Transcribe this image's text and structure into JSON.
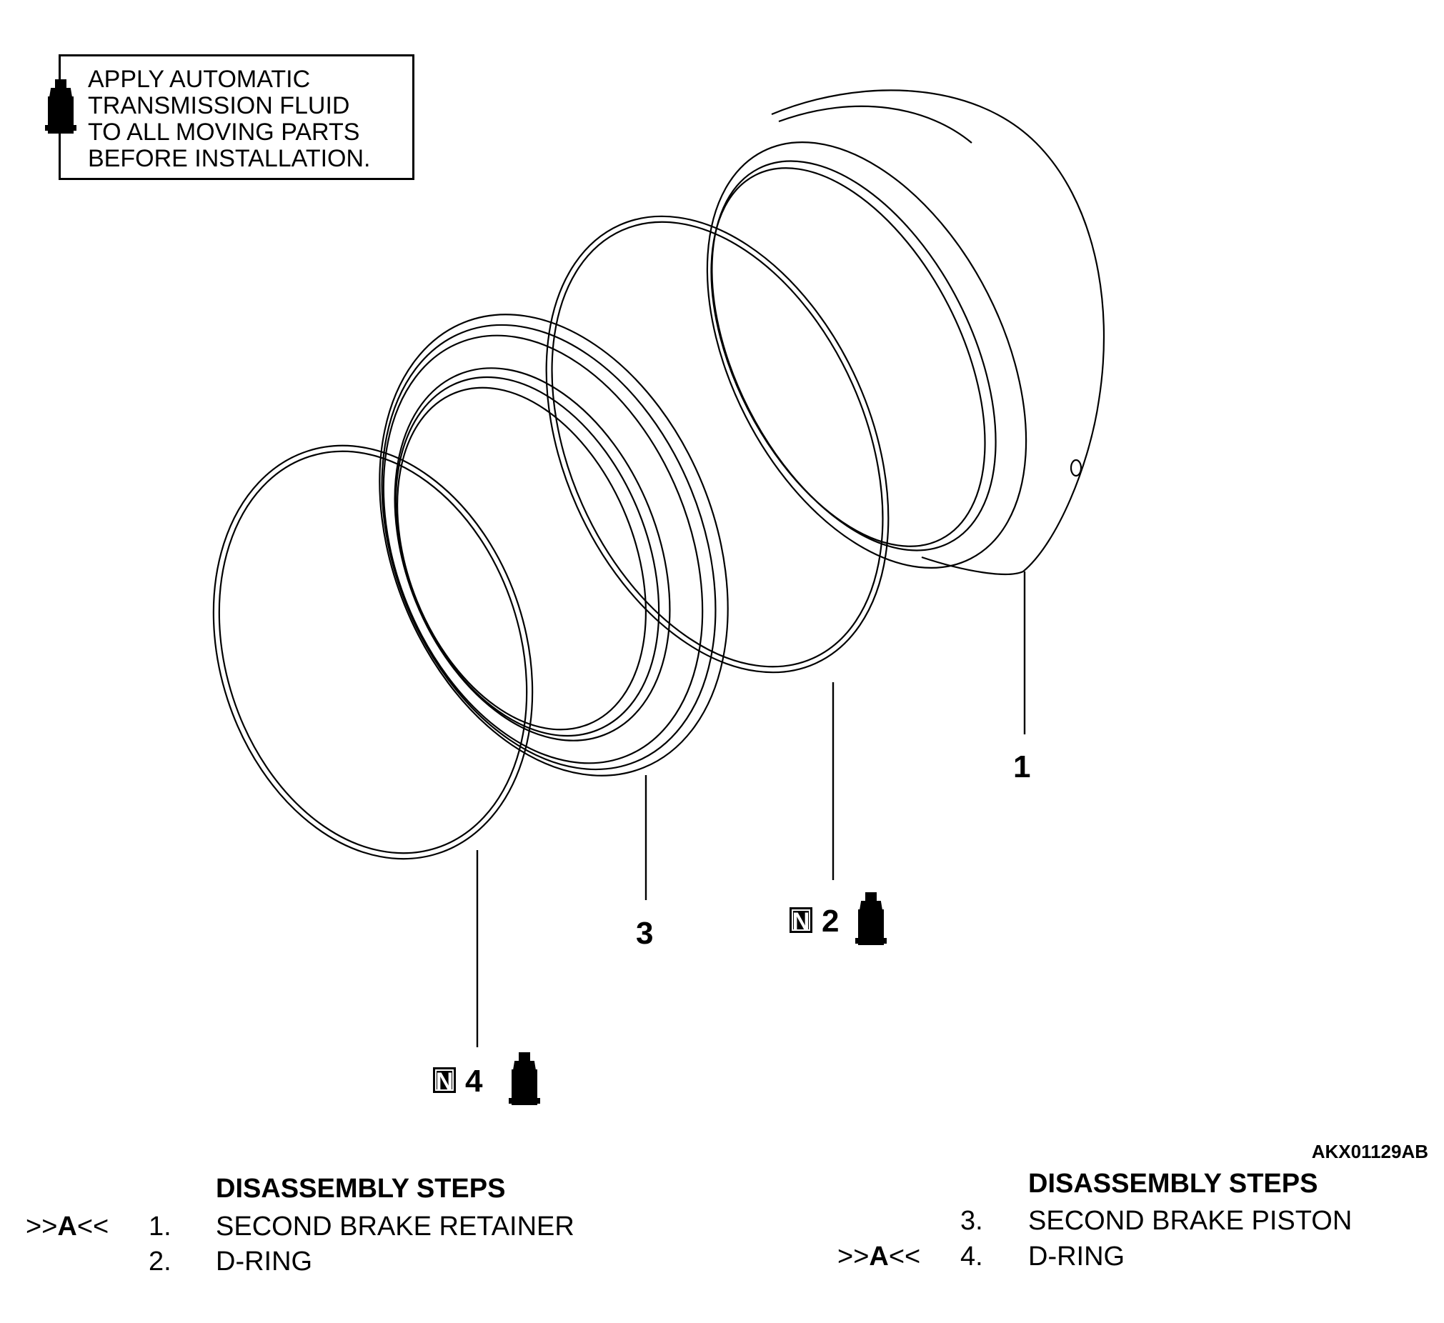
{
  "note": {
    "lines": [
      "APPLY AUTOMATIC",
      "TRANSMISSION FLUID",
      "TO ALL MOVING PARTS",
      "BEFORE INSTALLATION."
    ],
    "icon": "atf-bottle-icon"
  },
  "callouts": {
    "c1": "1",
    "c2": "2",
    "c3": "3",
    "c4": "4",
    "n_badge": "N"
  },
  "figure_code": "AKX01129AB",
  "steps_left": {
    "title": "DISASSEMBLY STEPS",
    "items": [
      {
        "marker_pre": ">>",
        "marker": "A",
        "marker_post": "<<",
        "num": "1.",
        "label": "SECOND BRAKE RETAINER"
      },
      {
        "marker_pre": "",
        "marker": "",
        "marker_post": "",
        "num": "2.",
        "label": "D-RING"
      }
    ]
  },
  "steps_right": {
    "title": "DISASSEMBLY STEPS",
    "items": [
      {
        "marker_pre": "",
        "marker": "",
        "marker_post": "",
        "num": "3.",
        "label": "SECOND BRAKE PISTON"
      },
      {
        "marker_pre": ">>",
        "marker": "A",
        "marker_post": "<<",
        "num": "4.",
        "label": "D-RING"
      }
    ]
  },
  "colors": {
    "ink": "#000000",
    "paper": "#ffffff"
  }
}
